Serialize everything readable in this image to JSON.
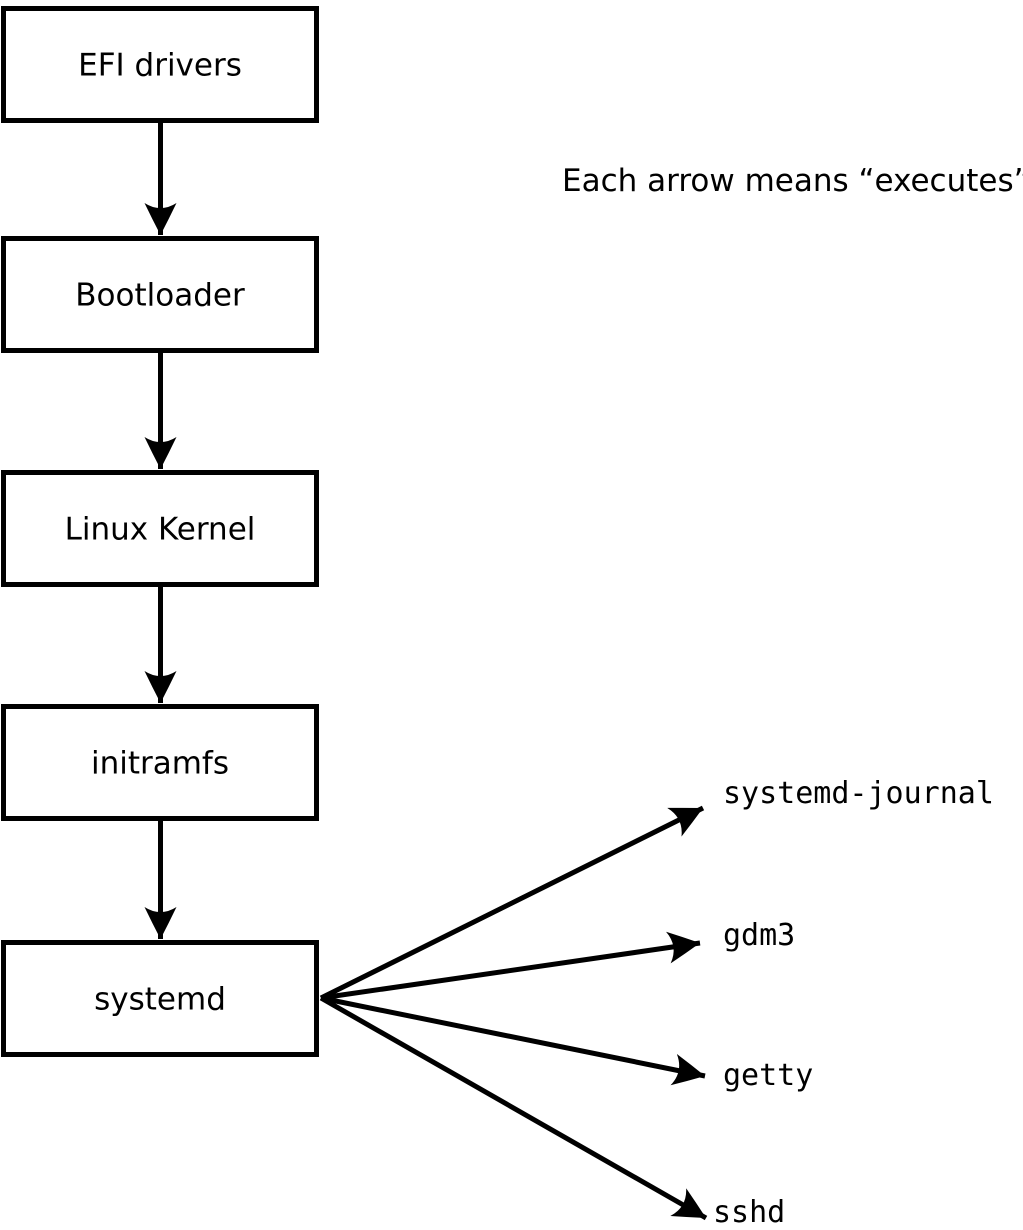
{
  "annotation": {
    "text": "Each arrow means “executes”."
  },
  "boot_chain": {
    "nodes": [
      {
        "label": "EFI drivers"
      },
      {
        "label": "Bootloader"
      },
      {
        "label": "Linux Kernel"
      },
      {
        "label": "initramfs"
      },
      {
        "label": "systemd"
      }
    ]
  },
  "spawned_services": {
    "labels": [
      {
        "label": "systemd-journal"
      },
      {
        "label": "gdm3"
      },
      {
        "label": "getty"
      },
      {
        "label": "sshd"
      }
    ]
  },
  "edges": [
    {
      "from": "EFI drivers",
      "to": "Bootloader",
      "meaning": "executes"
    },
    {
      "from": "Bootloader",
      "to": "Linux Kernel",
      "meaning": "executes"
    },
    {
      "from": "Linux Kernel",
      "to": "initramfs",
      "meaning": "executes"
    },
    {
      "from": "initramfs",
      "to": "systemd",
      "meaning": "executes"
    },
    {
      "from": "systemd",
      "to": "systemd-journal",
      "meaning": "executes"
    },
    {
      "from": "systemd",
      "to": "gdm3",
      "meaning": "executes"
    },
    {
      "from": "systemd",
      "to": "getty",
      "meaning": "executes"
    },
    {
      "from": "systemd",
      "to": "sshd",
      "meaning": "executes"
    }
  ],
  "colors": {
    "foreground": "#000000",
    "background": "#ffffff",
    "box_fill": "#ffffff"
  }
}
